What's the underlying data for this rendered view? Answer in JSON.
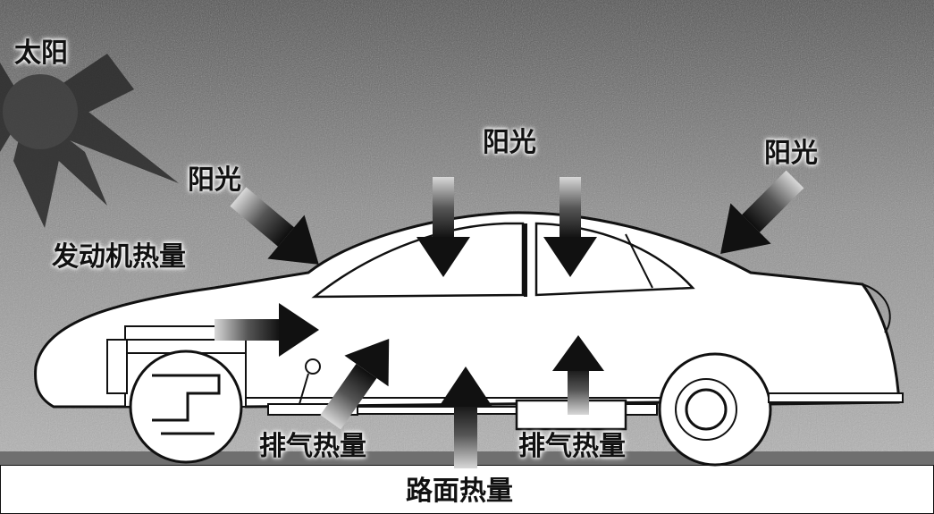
{
  "labels": {
    "sun": "太阳",
    "sunlight_left": "阳光",
    "sunlight_top": "阳光",
    "sunlight_right": "阳光",
    "engine_heat": "发动机热量",
    "exhaust_heat_left": "排气热量",
    "exhaust_heat_right": "排气热量",
    "road_heat": "路面热量"
  },
  "icons": {
    "sun": "sun-icon",
    "car": "car-icon",
    "arrow": "arrow-icon",
    "exhaust_pipe": "exhaust-pipe-icon",
    "muffler": "muffler-icon",
    "wheel": "wheel-icon"
  },
  "colors": {
    "ink": "#111111",
    "sky": "#6a6a6a",
    "ground": "#8a8a8a",
    "road": "#ffffff"
  }
}
